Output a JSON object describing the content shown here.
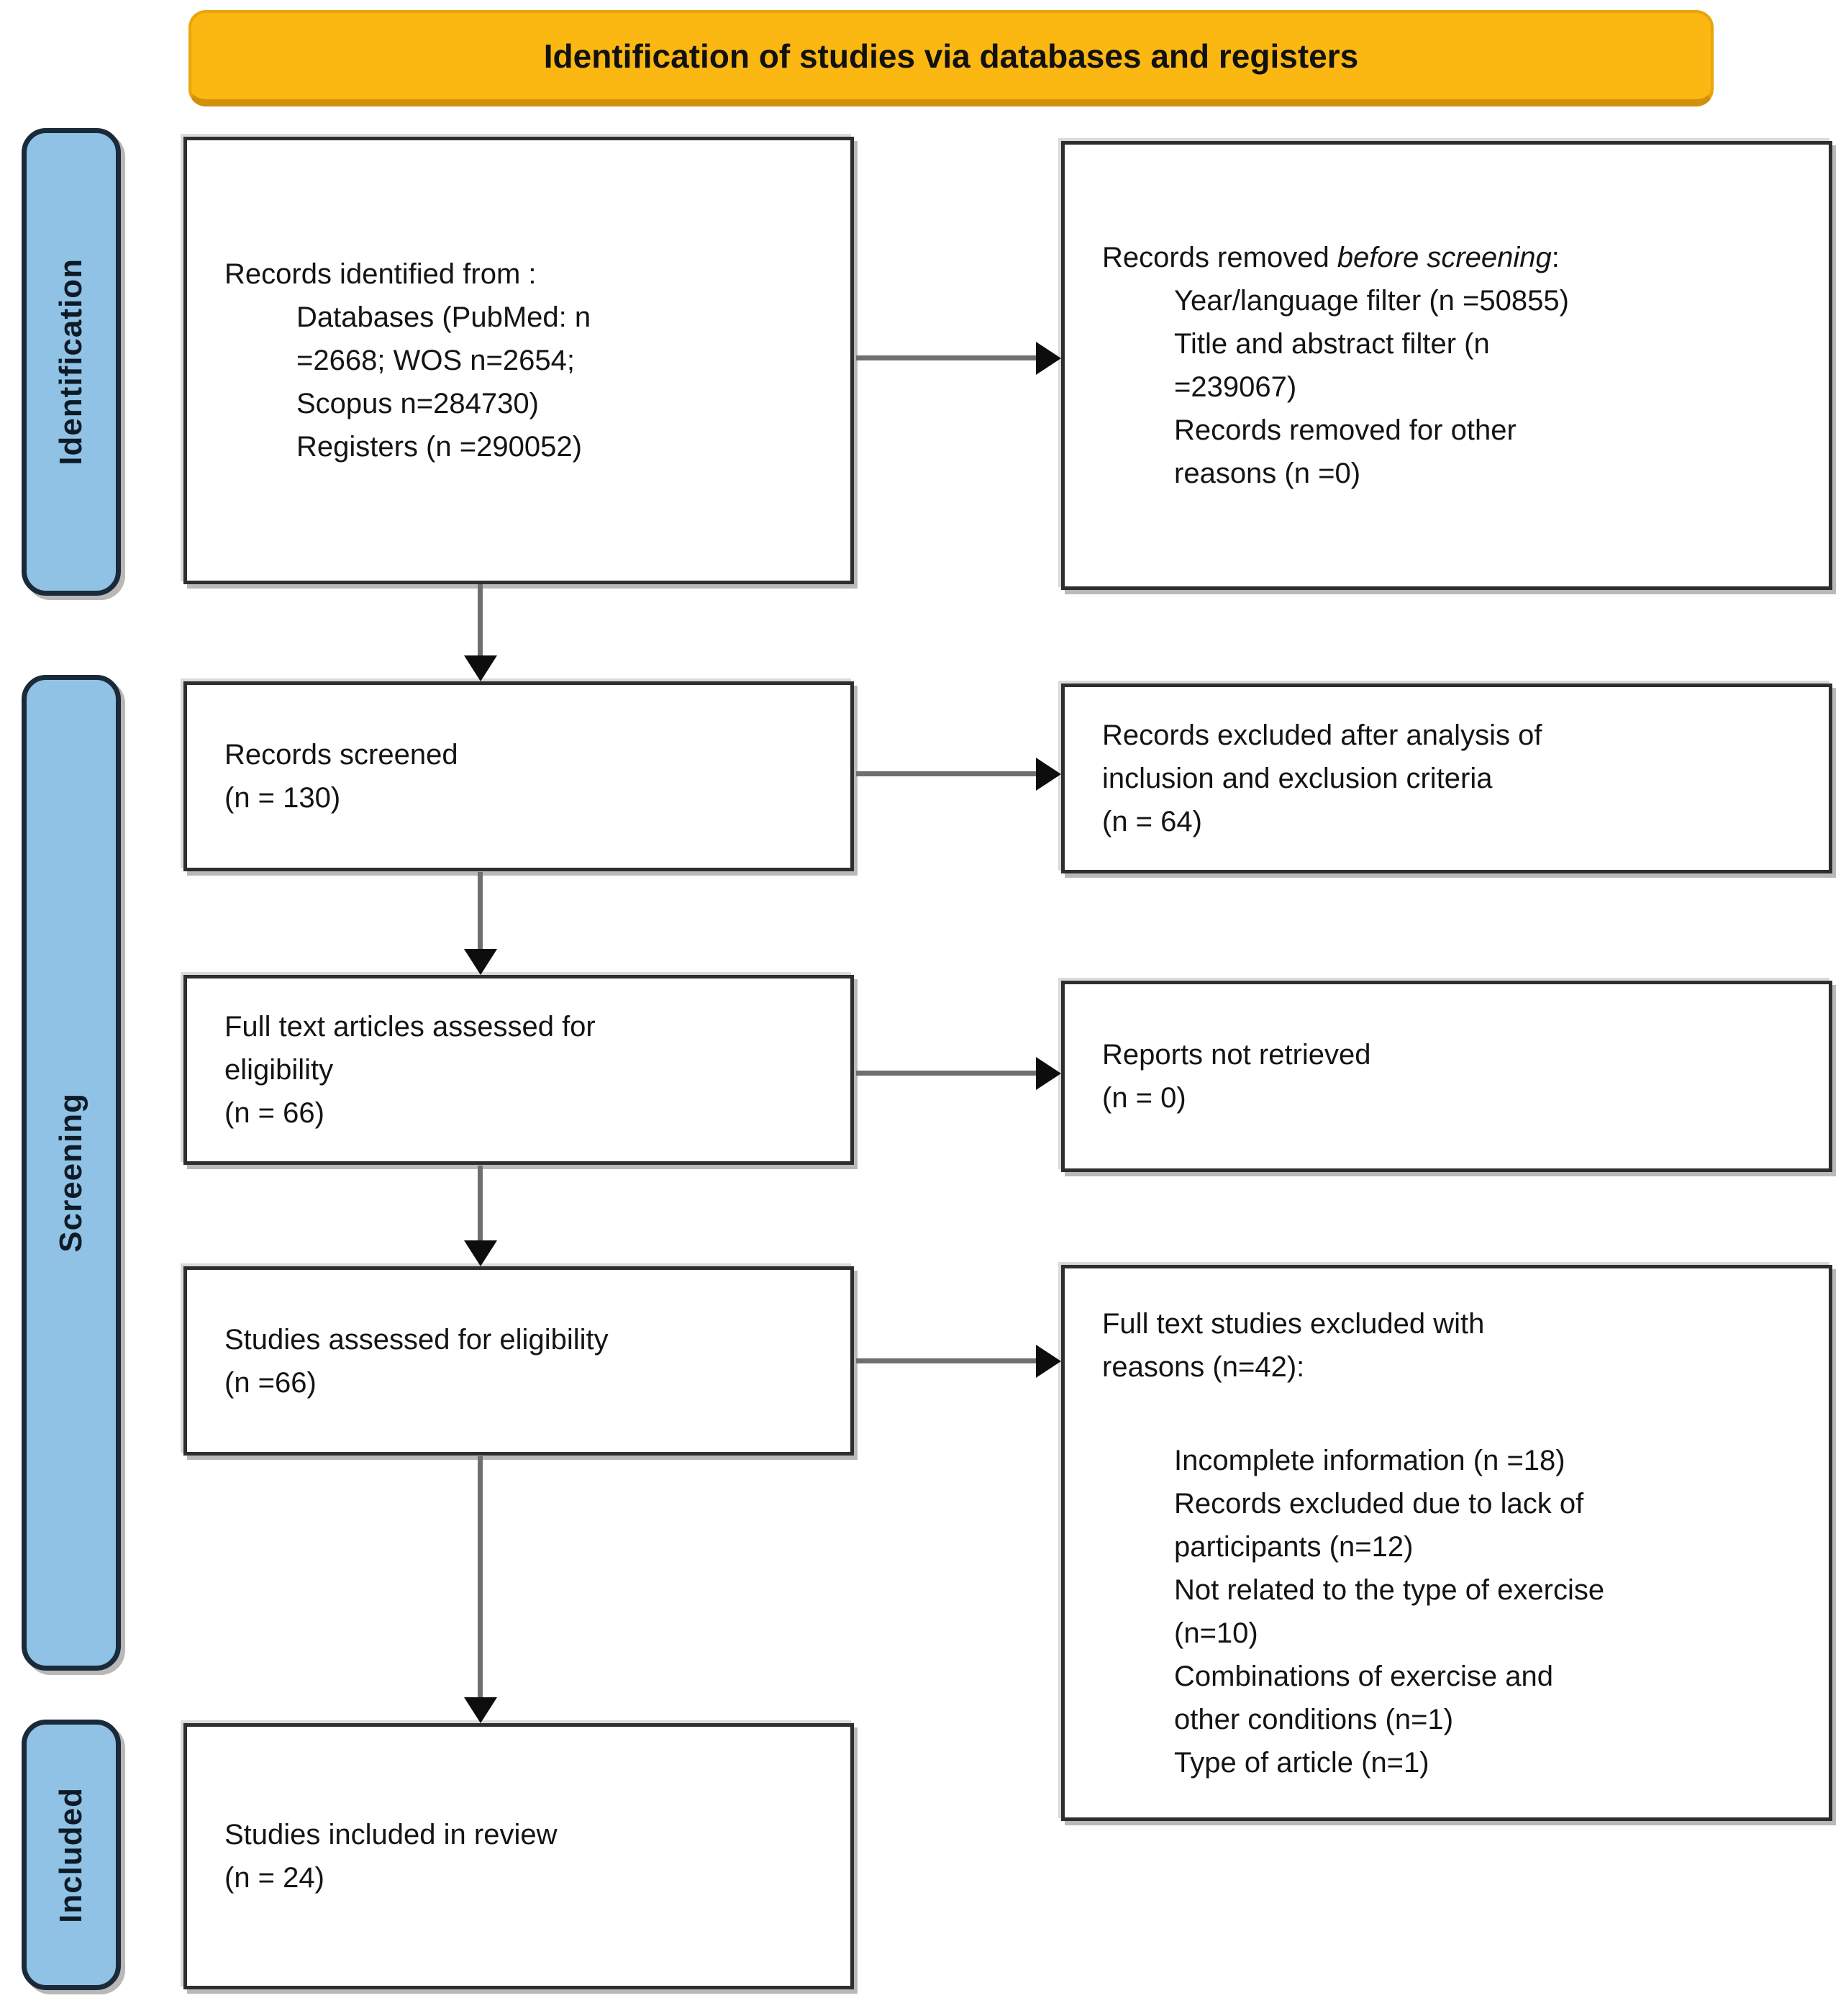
{
  "title": "Identification of studies via databases and registers",
  "stages": {
    "identification": "Identification",
    "screening": "Screening",
    "included": "Included"
  },
  "boxes": {
    "records_identified": {
      "intro": "Records identified from :",
      "items": [
        "Databases (PubMed: n",
        "=2668; WOS n=2654;",
        "Scopus n=284730)",
        "Registers (n =290052)"
      ]
    },
    "records_removed": {
      "intro_prefix": "Records removed ",
      "intro_italic": "before screening",
      "intro_suffix": ":",
      "items": [
        "Year/language filter (n =50855)",
        "Title and abstract filter (n",
        "=239067)",
        "Records removed for other",
        "reasons (n =0)"
      ]
    },
    "records_screened": {
      "lines": [
        "Records screened",
        "(n = 130)"
      ]
    },
    "records_excluded": {
      "lines": [
        "Records excluded after analysis of",
        "inclusion and exclusion criteria",
        "(n = 64)"
      ]
    },
    "fulltext_assessed": {
      "lines": [
        "Full text articles assessed for",
        "eligibility",
        "(n = 66)"
      ]
    },
    "reports_not_retrieved": {
      "lines": [
        "Reports not retrieved",
        "(n = 0)"
      ]
    },
    "studies_assessed": {
      "lines": [
        "Studies assessed for eligibility",
        "(n =66)"
      ]
    },
    "fulltext_excluded": {
      "intro": [
        "Full text studies excluded with",
        "reasons (n=42):"
      ],
      "items": [
        "Incomplete information (n =18)",
        "Records excluded due to lack of",
        "participants (n=12)",
        "Not related to the type of exercise",
        "(n=10)",
        "Combinations of exercise and",
        "other conditions (n=1)",
        "Type of article (n=1)"
      ]
    },
    "studies_included": {
      "lines": [
        "Studies included in review",
        "(n = 24)"
      ]
    }
  },
  "colors": {
    "banner_bg": "#FBB712",
    "stage_bg": "#8FC2E5",
    "box_border": "#2E2E2E",
    "arrow_line": "#6F6F6F",
    "arrow_head": "#0D0D0D"
  }
}
